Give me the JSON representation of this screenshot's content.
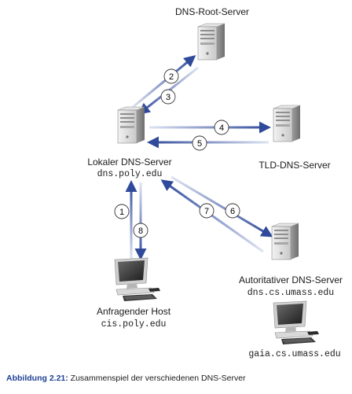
{
  "nodes": {
    "root": {
      "title": "DNS-Root-Server"
    },
    "local": {
      "title": "Lokaler DNS-Server",
      "host": "dns.poly.edu"
    },
    "tld": {
      "title": "TLD-DNS-Server"
    },
    "auth": {
      "title": "Autoritativer DNS-Server",
      "host": "dns.cs.umass.edu"
    },
    "requester": {
      "title": "Anfragender Host",
      "host": "cis.poly.edu"
    },
    "target": {
      "host": "gaia.cs.umass.edu"
    }
  },
  "steps": [
    "1",
    "2",
    "3",
    "4",
    "5",
    "6",
    "7",
    "8"
  ],
  "caption": {
    "label": "Abbildung 2.21:",
    "text": "Zusammenspiel der verschiedenen DNS-Server"
  },
  "colors": {
    "arrow": "#2f4a9a",
    "caption_label": "#1f3f95"
  }
}
